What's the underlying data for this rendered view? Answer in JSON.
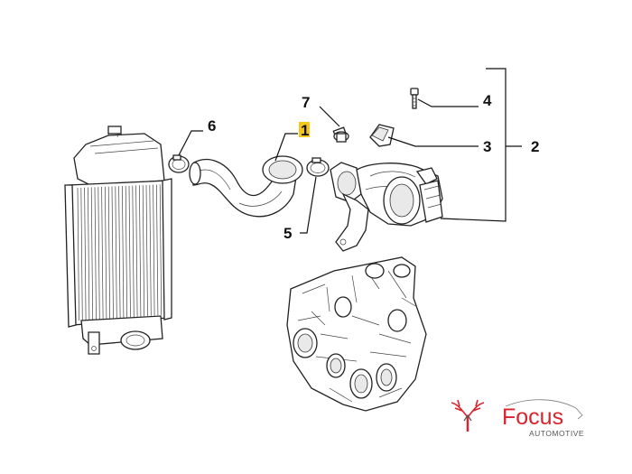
{
  "callouts": [
    {
      "id": "1",
      "label": "1",
      "highlight": true,
      "highlight_color": "#f5c518"
    },
    {
      "id": "2",
      "label": "2"
    },
    {
      "id": "3",
      "label": "3"
    },
    {
      "id": "4",
      "label": "4"
    },
    {
      "id": "5",
      "label": "5"
    },
    {
      "id": "6",
      "label": "6"
    },
    {
      "id": "7",
      "label": "7"
    }
  ],
  "logo": {
    "brand": "Focus",
    "tagline": "AUTOMOTIVE",
    "brand_color": "#d9232e"
  }
}
